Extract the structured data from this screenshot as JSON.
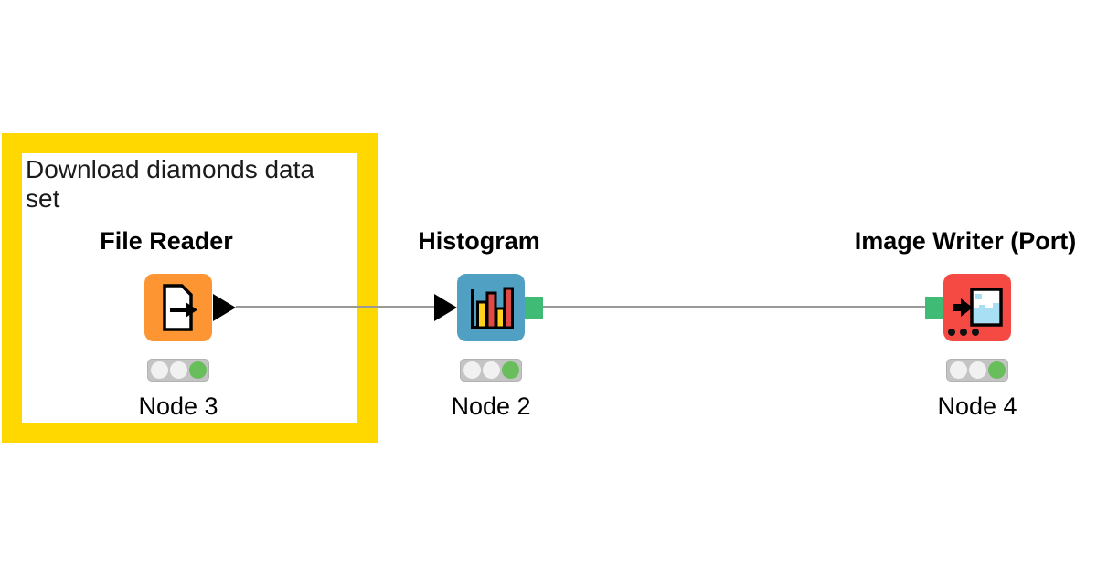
{
  "annotation": {
    "text": "Download diamonds data set",
    "border_color": "#FFD800"
  },
  "nodes": [
    {
      "title": "File Reader",
      "label": "Node 3",
      "color": "#FD9632",
      "icon": "file-export-icon",
      "out_port": "data-triangle",
      "status_lights": [
        "off",
        "off",
        "green"
      ]
    },
    {
      "title": "Histogram",
      "label": "Node 2",
      "color": "#4FA0C2",
      "icon": "bar-chart-icon",
      "in_port": "data-triangle",
      "out_port": "image-square",
      "status_lights": [
        "off",
        "off",
        "green"
      ]
    },
    {
      "title": "Image Writer (Port)",
      "label": "Node 4",
      "color": "#F44A43",
      "icon": "image-write-icon",
      "in_port": "image-square",
      "status_lights": [
        "off",
        "off",
        "green"
      ]
    }
  ],
  "connections": [
    {
      "from": "File Reader",
      "to": "Histogram",
      "port_shape": "triangle"
    },
    {
      "from": "Histogram",
      "to": "Image Writer (Port)",
      "port_shape": "green-square"
    }
  ],
  "colors": {
    "annotation_border": "#FFD800",
    "node_orange": "#FD9632",
    "node_blue": "#4FA0C2",
    "node_red": "#F44A43",
    "port_green": "#3FBB76",
    "status_green": "#68BE5B",
    "status_off": "#F1F1F1",
    "traffic_background": "#C4C4C4",
    "wire_gray": "#999999",
    "icon_yellow": "#FFD21E",
    "icon_red": "#E04A44",
    "icon_sky_blue": "#A8DFF4"
  }
}
